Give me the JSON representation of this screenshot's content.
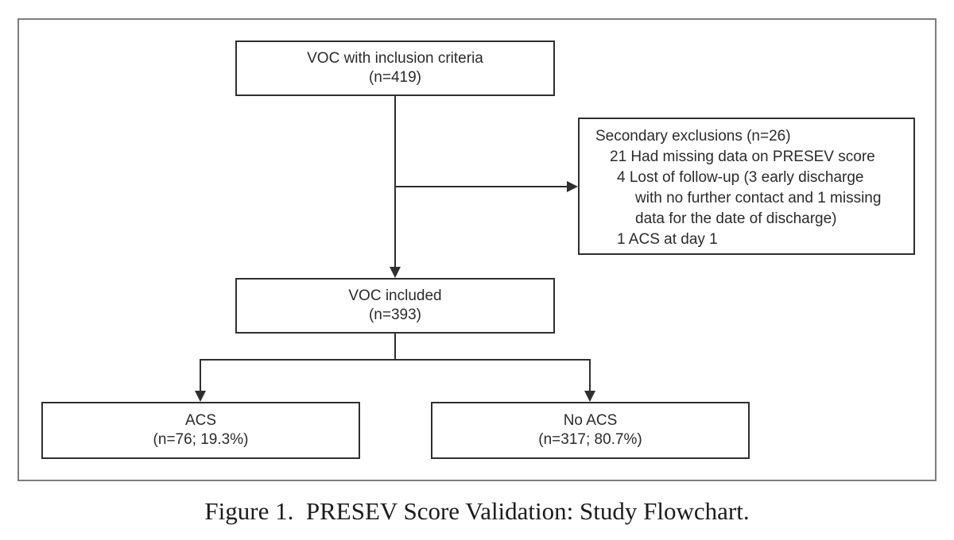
{
  "figure": {
    "caption": "Figure 1.  PRESEV Score Validation: Study Flowchart."
  },
  "colors": {
    "node_border": "#2f2f2f",
    "connector": "#2f2f2f",
    "frame_border": "#7d7d7d",
    "text": "#2b2b2b",
    "background": "#ffffff"
  },
  "nodes": {
    "inclusion": {
      "label": "VOC with inclusion criteria",
      "count": "(n=419)"
    },
    "included": {
      "label": "VOC included",
      "count": "(n=393)"
    },
    "acs": {
      "label": "ACS",
      "count": "(n=76; 19.3%)"
    },
    "no_acs": {
      "label": "No ACS",
      "count": "(n=317; 80.7%)"
    },
    "exclusions": {
      "lines": [
        {
          "text": "Secondary exclusions (n=26)"
        },
        {
          "text": "21 Had missing data on PRESEV score"
        },
        {
          "text": "4 Lost of follow-up (3 early discharge"
        },
        {
          "text": "with no further contact and 1 missing"
        },
        {
          "text": "data for the date of discharge)"
        },
        {
          "text": "1 ACS at day 1"
        }
      ]
    }
  }
}
